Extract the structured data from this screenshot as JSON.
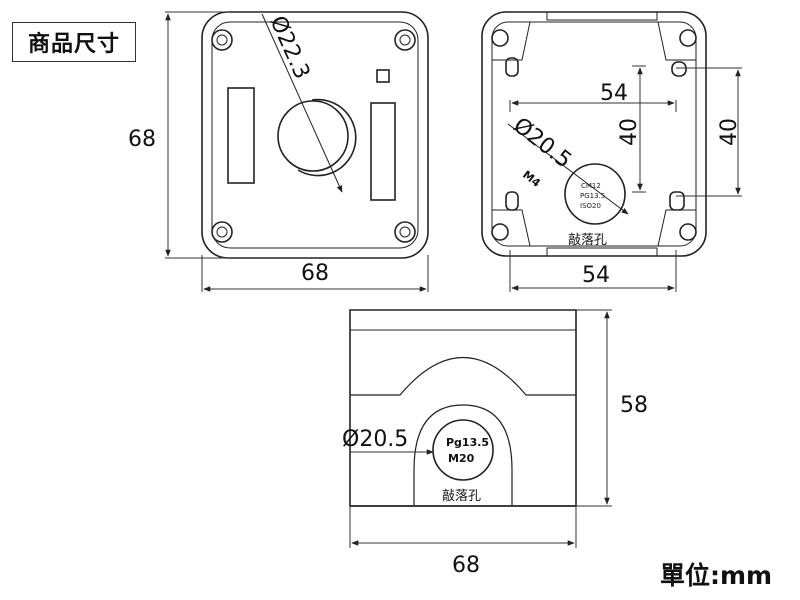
{
  "title": "商品尺寸",
  "unit_label": "單位:mm",
  "front_view": {
    "width": "68",
    "height": "68",
    "hole_diameter": "Ø22.3"
  },
  "back_view": {
    "width": "54",
    "height": "40",
    "inner_width": "54",
    "inner_height": "40",
    "knockout_diameter": "Ø20.5",
    "knockout_sizes": [
      "CM12",
      "PG13.5",
      "ISO20"
    ],
    "thread_label": "M4",
    "knockout_label": "敲落孔"
  },
  "side_view": {
    "width": "68",
    "height": "58",
    "knockout_diameter": "Ø20.5",
    "thread_line1": "Pg13.5",
    "thread_line2": "M20",
    "knockout_label": "敲落孔"
  },
  "colors": {
    "line": "#222222",
    "dim_line": "#333333",
    "background": "#ffffff"
  }
}
